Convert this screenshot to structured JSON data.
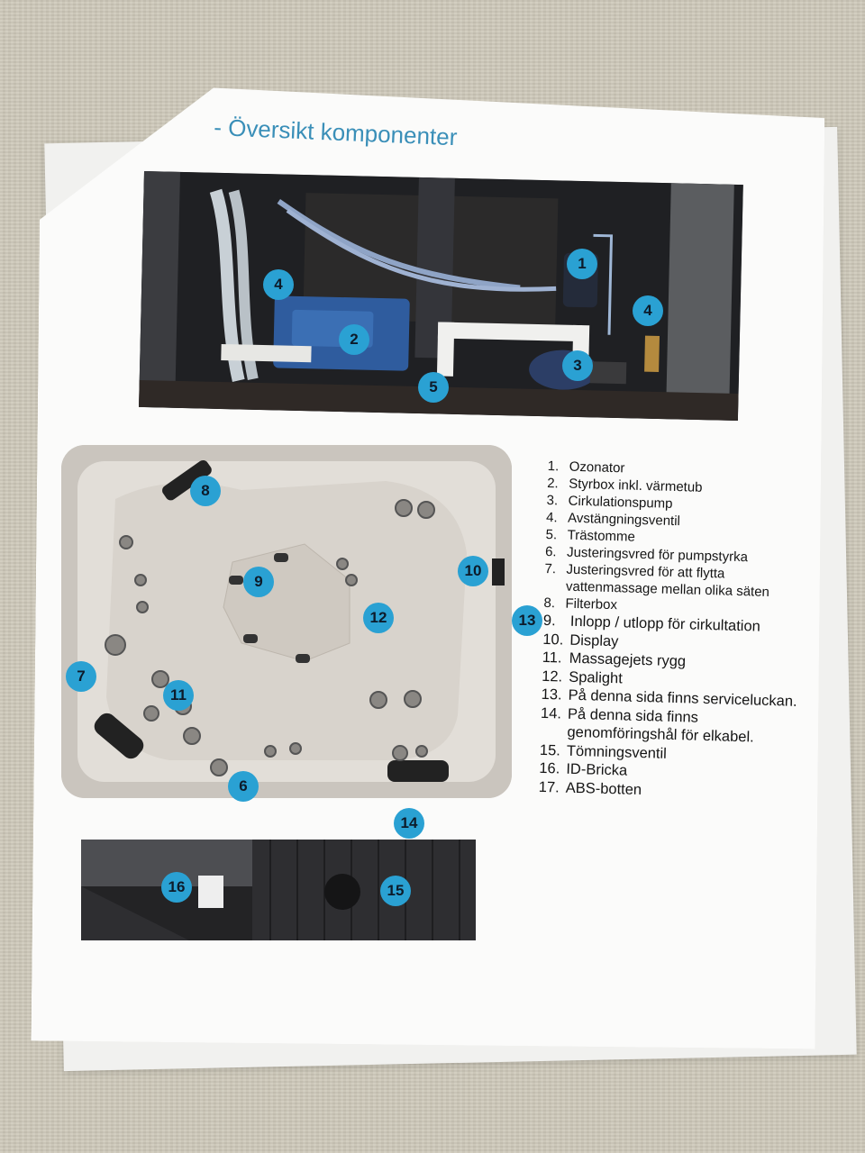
{
  "title": "- Översikt komponenter",
  "markers_top": [
    "1",
    "2",
    "3",
    "4",
    "4",
    "5"
  ],
  "markers_tub": [
    "6",
    "7",
    "8",
    "9",
    "10",
    "11",
    "12",
    "13",
    "14"
  ],
  "markers_base": [
    "15",
    "16"
  ],
  "legend": [
    {
      "num": "1.",
      "text": "Ozonator"
    },
    {
      "num": "2.",
      "text": "Styrbox inkl. värmetub"
    },
    {
      "num": "3.",
      "text": "Cirkulationspump"
    },
    {
      "num": "4.",
      "text": "Avstängningsventil"
    },
    {
      "num": "5.",
      "text": "Trästomme"
    },
    {
      "num": "6.",
      "text": "Justeringsvred för pumpstyrka"
    },
    {
      "num": "7.",
      "text": "Justeringsvred för att flytta vattenmassage mellan olika säten"
    },
    {
      "num": "8.",
      "text": "Filterbox"
    },
    {
      "num": "9.",
      "text": "Inlopp / utlopp för cirkultation"
    },
    {
      "num": "10.",
      "text": "Display"
    },
    {
      "num": "11.",
      "text": "Massagejets rygg"
    },
    {
      "num": "12.",
      "text": "Spalight"
    },
    {
      "num": "13.",
      "text": "På denna sida finns serviceluckan."
    },
    {
      "num": "14.",
      "text": "På denna sida finns genomföringshål för elkabel."
    },
    {
      "num": "15.",
      "text": "Tömningsventil"
    },
    {
      "num": "16.",
      "text": "ID-Bricka"
    },
    {
      "num": "17.",
      "text": "ABS-botten"
    }
  ],
  "colors": {
    "accent": "#2aa1d3",
    "title": "#3a8fb8"
  }
}
